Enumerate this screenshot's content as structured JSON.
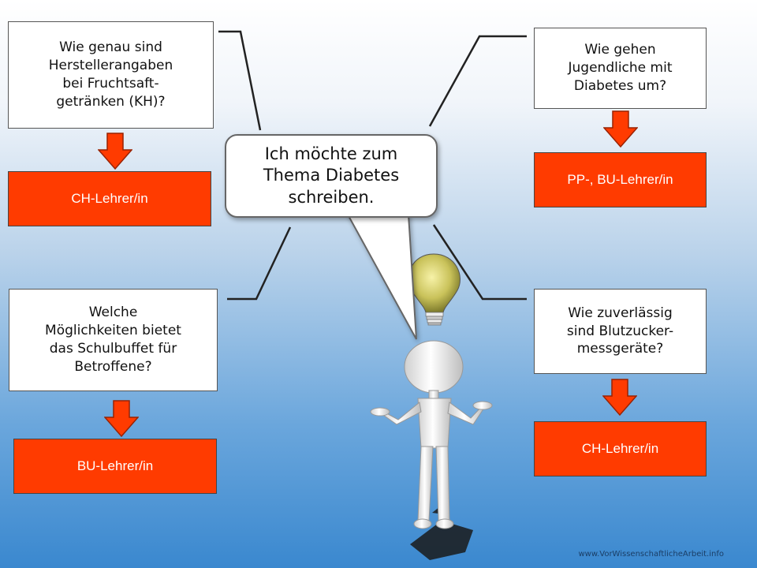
{
  "bubble": {
    "line1": "Ich möchte zum",
    "line2": "Thema Diabetes",
    "line3": "schreiben."
  },
  "questions": {
    "top_left": [
      "Wie genau sind",
      "Herstellerangaben",
      "bei Fruchtsaft-",
      "getränken (KH)?"
    ],
    "top_right": [
      "Wie gehen",
      "Jugendliche mit",
      "Diabetes um?"
    ],
    "bottom_left": [
      "Welche",
      "Möglichkeiten bietet",
      "das Schulbuffet für",
      "Betroffene?"
    ],
    "bottom_right": [
      "Wie zuverlässig",
      "sind Blutzucker-",
      "messgeräte?"
    ]
  },
  "roles": {
    "top_left": "CH-Lehrer/in",
    "top_right": "PP-, BU-Lehrer/in",
    "bottom_left": "BU-Lehrer/in",
    "bottom_right": "CH-Lehrer/in"
  },
  "footer": "www.VorWissenschaftlicheArbeit.info",
  "colors": {
    "role_fill": "#ff3b00",
    "arrow": "#ff3b00",
    "background_bottom": "#3a88cf"
  },
  "icons": [
    "lightbulb-icon",
    "stick-figure-icon",
    "speech-bubble-icon"
  ]
}
